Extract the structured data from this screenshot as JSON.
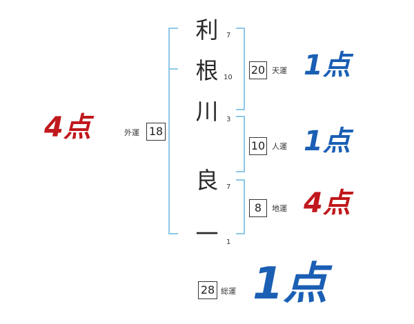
{
  "name": {
    "chars": [
      {
        "char": "利",
        "strokes": "7"
      },
      {
        "char": "根",
        "strokes": "10"
      },
      {
        "char": "川",
        "strokes": "3"
      },
      {
        "char": "良",
        "strokes": "7"
      },
      {
        "char": "一",
        "strokes": "1"
      }
    ]
  },
  "fortunes": {
    "gaiun": {
      "label": "外運",
      "value": "18",
      "score": "4点",
      "color": "#c0181c"
    },
    "tenun": {
      "label": "天運",
      "value": "20",
      "score": "1点",
      "color": "#1a5fb4"
    },
    "jinun": {
      "label": "人運",
      "value": "10",
      "score": "1点",
      "color": "#1a5fb4"
    },
    "chiun": {
      "label": "地運",
      "value": "8",
      "score": "4点",
      "color": "#c0181c"
    },
    "souun": {
      "label": "総運",
      "value": "28",
      "score": "1点",
      "color": "#1a5fb4"
    }
  },
  "colors": {
    "bracket": "#8cc8e8"
  }
}
